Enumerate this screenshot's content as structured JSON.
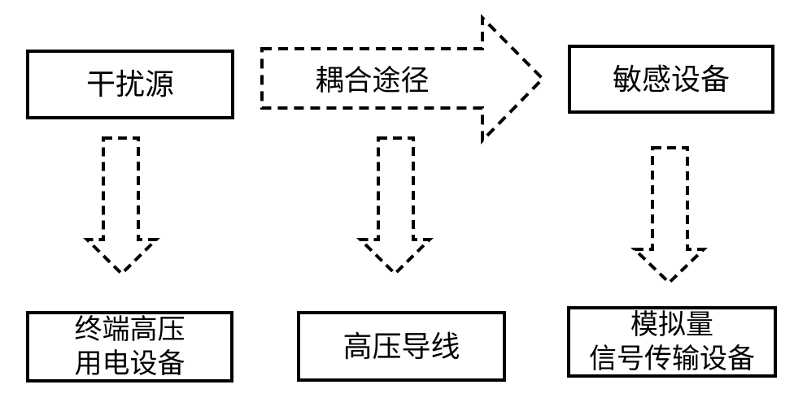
{
  "diagram": {
    "colors": {
      "background": "#ffffff",
      "stroke": "#000000"
    },
    "top_row": {
      "source_box": {
        "label": "干扰源"
      },
      "coupling_arrow": {
        "label": "耦合途径"
      },
      "sensitive_box": {
        "label": "敏感设备"
      }
    },
    "bottom_row": {
      "source_example_box": {
        "line1": "终端高压",
        "line2": "用电设备"
      },
      "coupling_example_box": {
        "label": "高压导线"
      },
      "sensitive_example_box": {
        "line1": "模拟量",
        "line2": "信号传输设备"
      }
    }
  }
}
